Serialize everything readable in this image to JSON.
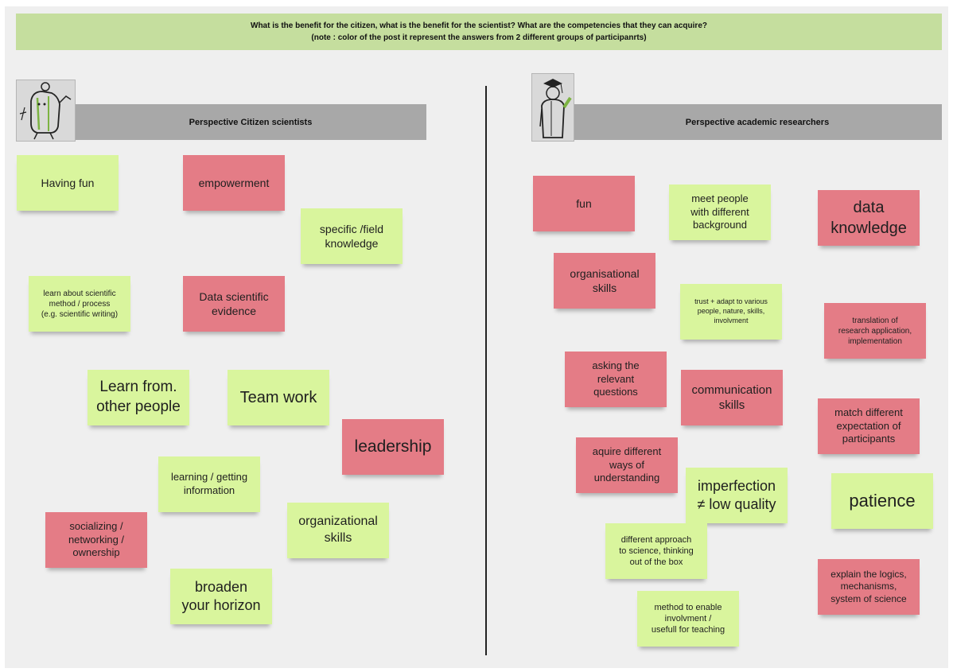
{
  "header": {
    "line1": "What is the benefit for the citizen, what is the benefit for the scientist? What are the competencies that they can acquire?",
    "line2": "(note : color of the post it represent the answers from 2 different groups of participanrts)"
  },
  "left_panel": {
    "title": "Perspective Citizen scientists"
  },
  "right_panel": {
    "title": "Perspective academic researchers"
  },
  "colors": {
    "green_note": "#d9f59d",
    "red_note": "#e47c86",
    "header_bg": "#c5de9e",
    "title_band": "#a8a8a8"
  },
  "left_notes": [
    "Having fun",
    "empowerment",
    "specific /field\nknowledge",
    "learn about scientific\nmethod / process\n(e.g. scientific writing)",
    "Data scientific\nevidence",
    "Learn from.\nother people",
    "Team work",
    "leadership",
    "learning / getting\ninformation",
    "socializing /\nnetworking /\nownership",
    "organizational\nskills",
    "broaden\nyour horizon"
  ],
  "right_notes": [
    "fun",
    "meet people\nwith different\nbackground",
    "data\nknowledge",
    "organisational\nskills",
    "trust + adapt to various\npeople, nature, skills,\ninvolvment",
    "translation of\nresearch application,\nimplementation",
    "asking the\nrelevant\nquestions",
    "communication\nskills",
    "match different\nexpectation of\nparticipants",
    "aquire different\nways of\nunderstanding",
    "imperfection\n≠ low quality",
    "patience",
    "different approach\nto science, thinking\nout of the box",
    "explain the logics,\nmechanisms,\nsystem of science",
    "method to enable\ninvolvment /\nusefull for teaching"
  ]
}
